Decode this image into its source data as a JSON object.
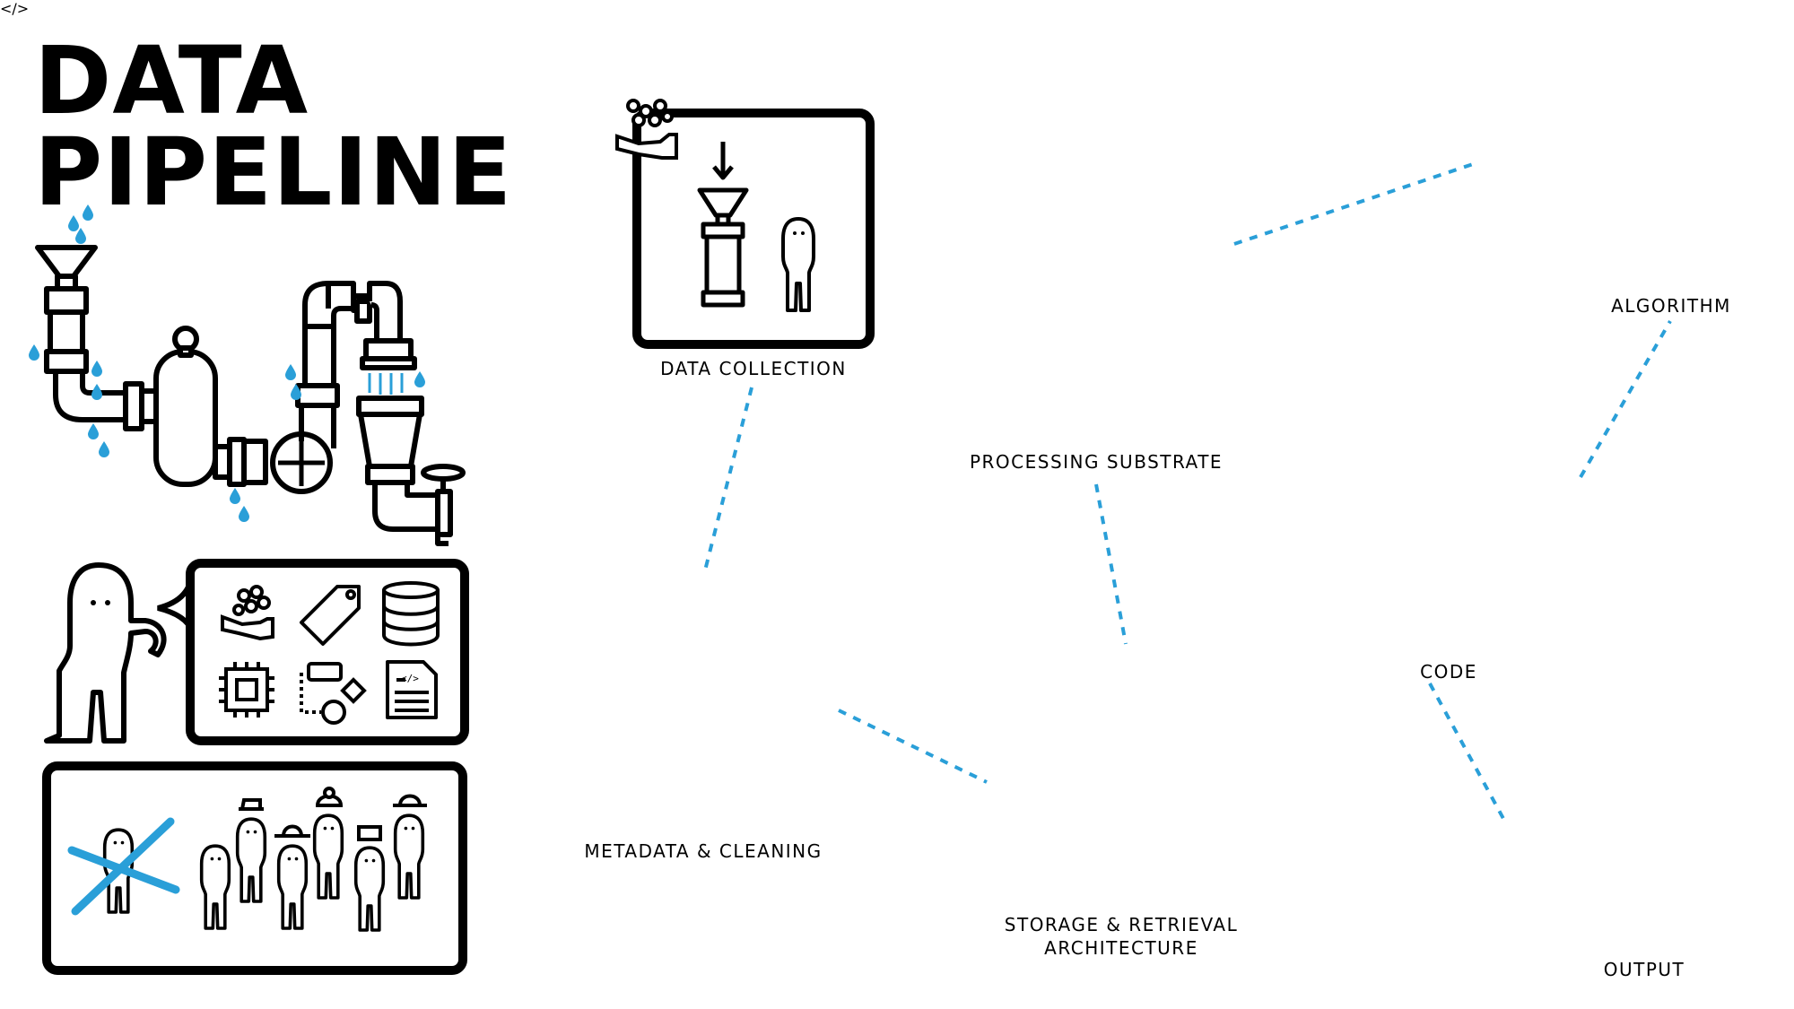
{
  "title": {
    "line1": "DATA",
    "line2": "PIPELINE"
  },
  "stages": {
    "data_collection": "DATA COLLECTION",
    "metadata_cleaning": "METADATA & CLEANING",
    "processing_substrate": "PROCESSING SUBSTRATE",
    "storage_retrieval_line1": "STORAGE & RETRIEVAL",
    "storage_retrieval_line2": "ARCHITECTURE",
    "algorithm": "ALGORITHM",
    "code": "CODE",
    "output": "OUTPUT"
  },
  "colors": {
    "ink": "#000000",
    "accent": "#2a9fd8",
    "bottle": "#2a9fd8",
    "paper": "#ffffff"
  }
}
